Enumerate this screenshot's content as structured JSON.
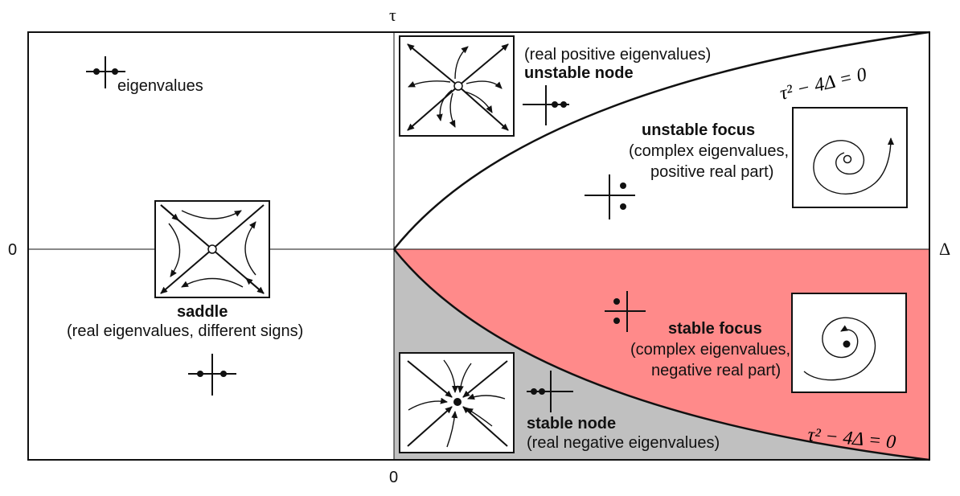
{
  "axes": {
    "tau_label": "τ",
    "delta_label": "Δ",
    "origin_left": "0",
    "origin_bottom": "0"
  },
  "legend": {
    "text": "eigenvalues"
  },
  "regions": {
    "saddle": {
      "name": "saddle",
      "desc": "(real eigenvalues, different signs)"
    },
    "unstable_node": {
      "name": "unstable node",
      "desc": "(real positive eigenvalues)"
    },
    "unstable_focus": {
      "name": "unstable focus",
      "desc1": "(complex eigenvalues,",
      "desc2": "positive real part)"
    },
    "stable_focus": {
      "name": "stable focus",
      "desc1": "(complex eigenvalues,",
      "desc2": "negative real part)"
    },
    "stable_node": {
      "name": "stable node",
      "desc": "(real negative eigenvalues)"
    }
  },
  "curve": {
    "label_top": "τ² − 4Δ = 0",
    "label_bottom": "τ² − 4Δ = 0"
  },
  "colors": {
    "stable_focus_fill": "#ff8a8a",
    "stable_node_fill": "#c0c0c0",
    "line": "#111111"
  }
}
